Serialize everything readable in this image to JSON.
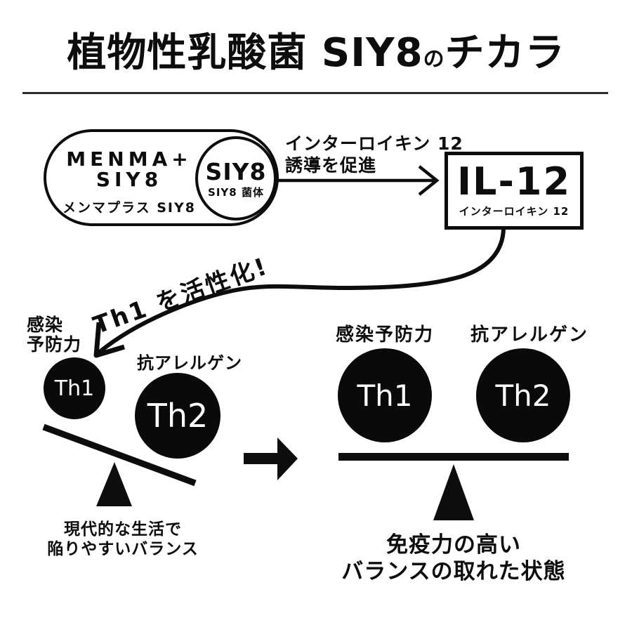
{
  "title": {
    "part1": "植物性乳酸菌 SIY8",
    "particle": "の",
    "part2": "チカラ"
  },
  "source": {
    "capsule": {
      "name_en_line1": "MENMA+",
      "name_en_line2": "SIY8",
      "name_ja": "メンマプラス SIY8"
    },
    "badge": {
      "label": "SIY8",
      "sublabel": "SIY8 菌体"
    },
    "induction_label_line1": "インターロイキン 12",
    "induction_label_line2": "誘導を促進",
    "il12_box": {
      "label": "IL-12",
      "sublabel": "インターロイキン 12"
    }
  },
  "activation": {
    "curve_label": "Th1 を活性化!"
  },
  "before_balance": {
    "th1_label_line1": "感染",
    "th1_label_line2": "予防力",
    "th1": "Th1",
    "th2_label": "抗アレルゲン",
    "th2": "Th2",
    "caption_line1": "現代的な生活で",
    "caption_line2": "陥りやすいバランス"
  },
  "after_balance": {
    "th1_label": "感染予防力",
    "th1": "Th1",
    "th2_label": "抗アレルゲン",
    "th2": "Th2",
    "caption_line1": "免疫力の高い",
    "caption_line2": "バランスの取れた状態"
  },
  "colors": {
    "ink": "#0d0d0d",
    "background": "#ffffff",
    "cell_fill": "#0a0a0a",
    "cell_text": "#ffffff"
  }
}
